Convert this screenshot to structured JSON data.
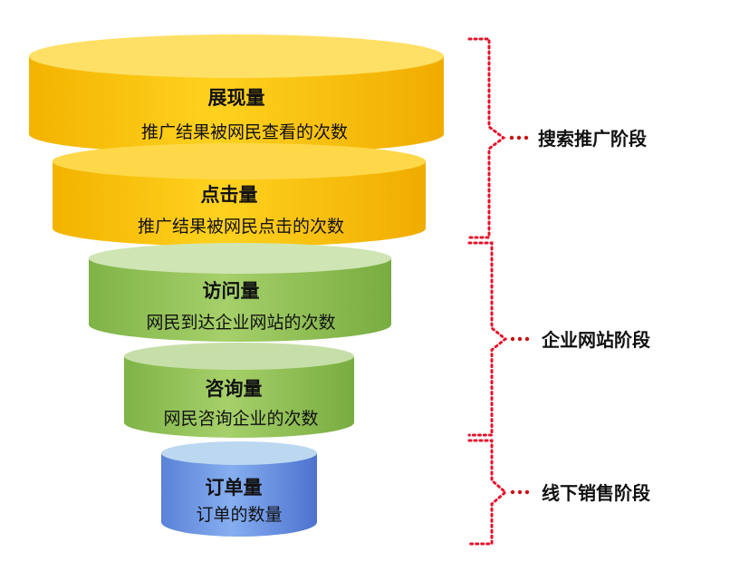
{
  "funnel": {
    "levels": [
      {
        "title": "展现量",
        "desc": "推广结果被网民查看的次数"
      },
      {
        "title": "点击量",
        "desc": "推广结果被网民点击的次数"
      },
      {
        "title": "访问量",
        "desc": "网民到达企业网站的次数"
      },
      {
        "title": "咨询量",
        "desc": "网民咨询企业的次数"
      },
      {
        "title": "订单量",
        "desc": "订单的数量"
      }
    ]
  },
  "stages": [
    {
      "label": "搜索推广阶段"
    },
    {
      "label": "企业网站阶段"
    },
    {
      "label": "线下销售阶段"
    }
  ],
  "colors": {
    "yellow_top": "#ffe066",
    "yellow_body": "#ffc000",
    "yellow_dark": "#e6a200",
    "green_top": "#c6dfa8",
    "green_body": "#8cc152",
    "green_dark": "#6a9a35",
    "blue_top": "#bcd7f0",
    "blue_body": "#5b8bd9",
    "blue_dark": "#3d5fc8",
    "bracket": "#e8102a",
    "dots": "#cc1010"
  }
}
